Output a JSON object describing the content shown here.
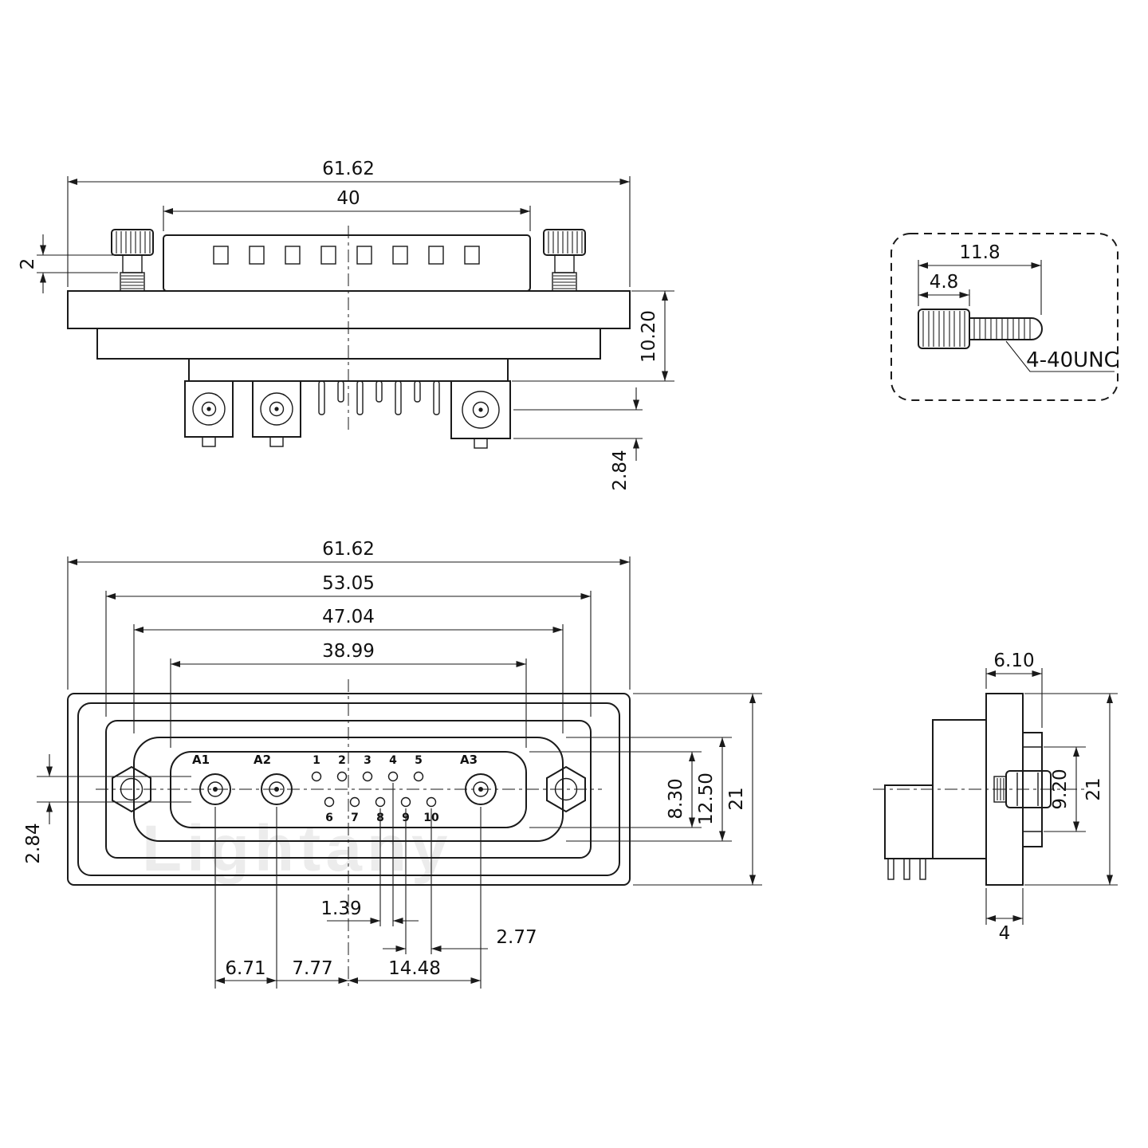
{
  "watermark": "Lightany",
  "drawing": {
    "top_view": {
      "dim_total_width": "61.62",
      "dim_insert_width": "40",
      "dim_screw_gap": "2",
      "dim_body_height": "10.20",
      "dim_coax_offset": "2.84"
    },
    "screw_detail": {
      "dim_total_length": "11.8",
      "dim_head_length": "4.8",
      "thread_label": "4-40UNC"
    },
    "front_view": {
      "dim_total_width": "61.62",
      "dim_flange_width": "53.05",
      "dim_shell_width": "47.04",
      "dim_insert_width": "38.99",
      "dim_row_offset": "2.84",
      "dim_insert_height": "8.30",
      "dim_shell_height": "12.50",
      "dim_total_height": "21",
      "dim_half_pitch": "1.39",
      "dim_pitch": "2.77",
      "dim_a1_a2": "6.71",
      "dim_a2_center": "7.77",
      "dim_center_a3": "14.48",
      "coax_labels": [
        "A1",
        "A2",
        "A3"
      ],
      "top_row_labels": [
        "1",
        "2",
        "3",
        "4",
        "5"
      ],
      "bottom_row_labels": [
        "6",
        "7",
        "8",
        "9",
        "10"
      ]
    },
    "side_view": {
      "dim_front_depth": "6.10",
      "dim_screw_envelope": "9.20",
      "dim_total_height": "21",
      "dim_flange_thickness": "4"
    }
  }
}
